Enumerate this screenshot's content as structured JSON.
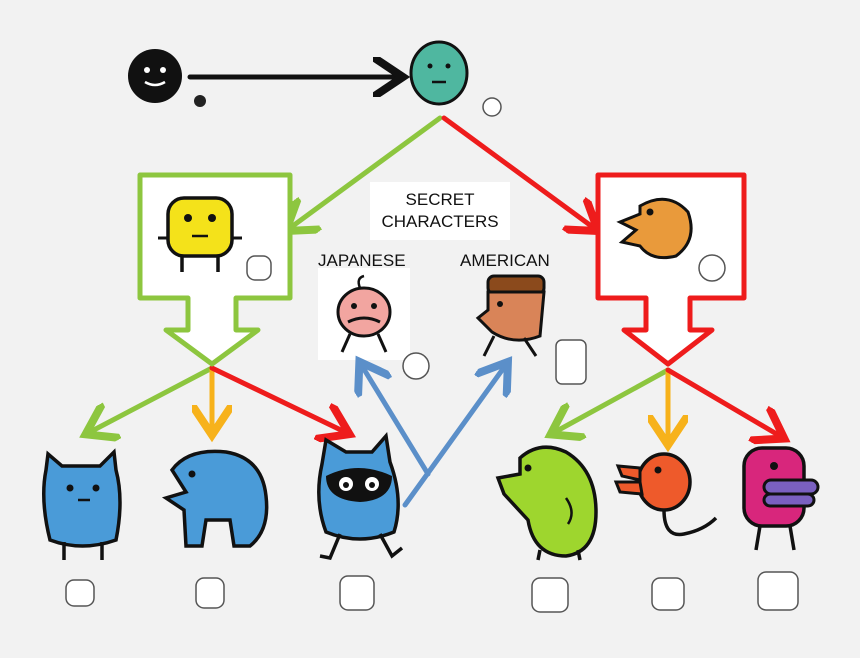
{
  "labels": {
    "secret_line1": "SECRET",
    "secret_line2": "CHARACTERS",
    "japanese": "JAPANESE",
    "american": "AMERICAN"
  },
  "colors": {
    "background": "#f2f2f2",
    "arrow_black": "#111111",
    "arrow_green": "#8dc63f",
    "arrow_red": "#ee1c1c",
    "arrow_orange": "#f7b21b",
    "arrow_blue": "#5b8fc9",
    "char_black": "#111111",
    "char_teal": "#4fb7a0",
    "char_yellow": "#f4e21a",
    "char_orange": "#e99a3b",
    "char_blue": "#4a9bd8",
    "char_lime": "#9ed62e",
    "char_red_orange": "#ee5a2b",
    "char_magenta": "#d8267c",
    "char_pink": "#f2a5a0",
    "char_tan": "#d98458"
  },
  "characters": [
    "egg-black-character",
    "baby-teal-character",
    "child-yellow-character",
    "child-orange-character",
    "japanese-secret-character",
    "american-secret-character",
    "adult-blue-cat-character",
    "adult-blue-dino-character",
    "adult-blue-masked-character",
    "adult-lime-character",
    "adult-red-orange-character",
    "adult-magenta-character"
  ]
}
